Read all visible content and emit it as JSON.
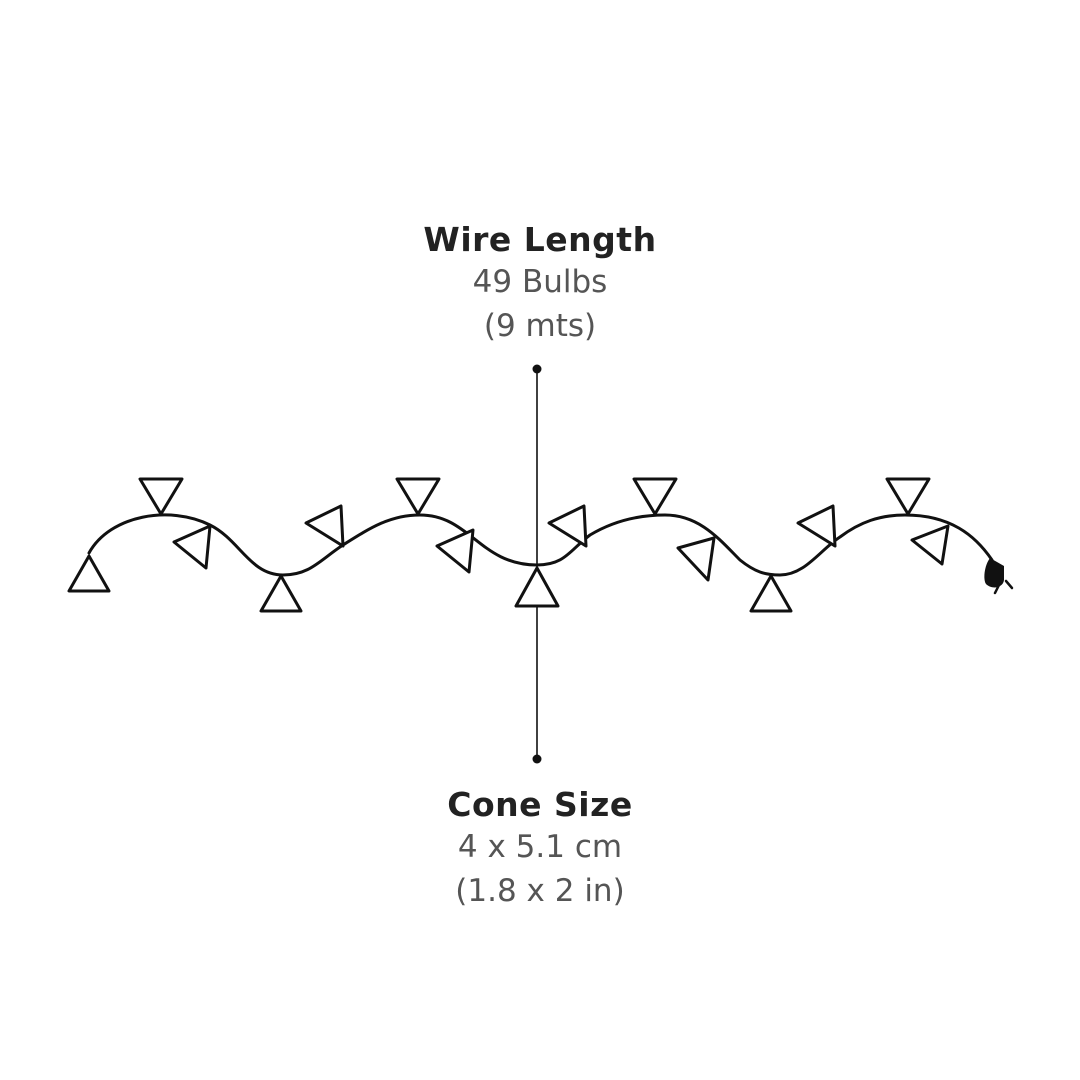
{
  "wire_length": {
    "title": "Wire Length",
    "line1": "49 Bulbs",
    "line2": "(9 mts)"
  },
  "cone_size": {
    "title": "Cone Size",
    "line1": "4 x 5.1 cm",
    "line2": "(1.8 x 2 in)"
  },
  "colors": {
    "stroke": "#111111",
    "title_text": "#222222",
    "body_text": "#555555"
  }
}
